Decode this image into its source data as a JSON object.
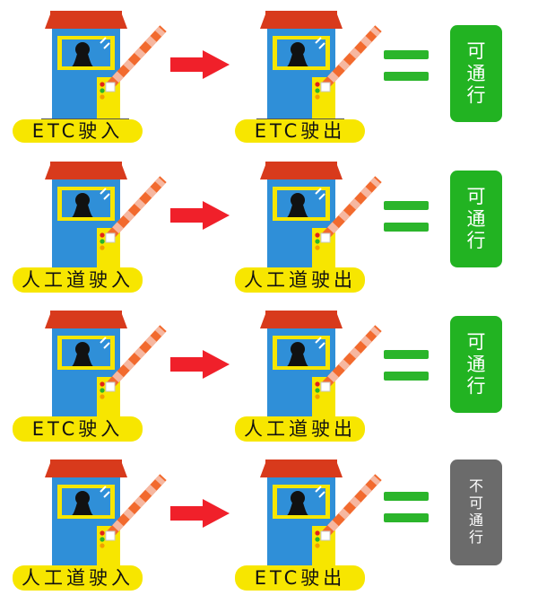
{
  "colors": {
    "roof": "#d83a1c",
    "booth_body": "#2f8fd8",
    "booth_window": "#f7e600",
    "barrier_stripe_a": "#f26a2e",
    "barrier_stripe_b": "#f6b7a0",
    "arrow": "#f0202a",
    "equals": "#2bb52b",
    "pass_box": "#22b322",
    "fail_box": "#6b6b6b",
    "label_bg": "#f7e600"
  },
  "rows": [
    {
      "entry_label": "ETC驶入",
      "exit_label": "ETC驶出",
      "result_chars": [
        "可",
        "通",
        "行"
      ],
      "result_status": "pass"
    },
    {
      "entry_label": "人工道驶入",
      "exit_label": "人工道驶出",
      "result_chars": [
        "可",
        "通",
        "行"
      ],
      "result_status": "pass"
    },
    {
      "entry_label": "ETC驶入",
      "exit_label": "人工道驶出",
      "result_chars": [
        "可",
        "通",
        "行"
      ],
      "result_status": "pass"
    },
    {
      "entry_label": "人工道驶入",
      "exit_label": "ETC驶出",
      "result_chars": [
        "不",
        "可",
        "通",
        "行"
      ],
      "result_status": "fail"
    }
  ]
}
